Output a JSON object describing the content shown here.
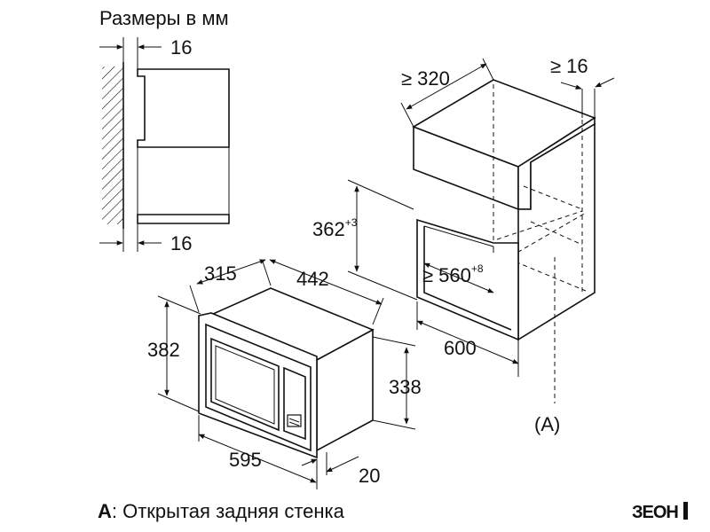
{
  "caption": {
    "sizes_title": "Размеры в мм",
    "footnote_letter": "A",
    "footnote_text": ": Открытая задняя стенка"
  },
  "side_view": {
    "top_gap": "16",
    "bottom_gap": "16"
  },
  "niche": {
    "depth": "≥ 320",
    "back_gap": "≥ 16",
    "height": "362",
    "height_tol": "+3",
    "width": "≥ 560",
    "width_tol": "+8",
    "cabinet_width": "600",
    "label_a": "(A)"
  },
  "oven": {
    "depth": "315",
    "width": "442",
    "height_front": "382",
    "height_body": "338",
    "front_width": "595",
    "front_thickness": "20"
  },
  "logo": {
    "text": "ЗЕОН"
  }
}
